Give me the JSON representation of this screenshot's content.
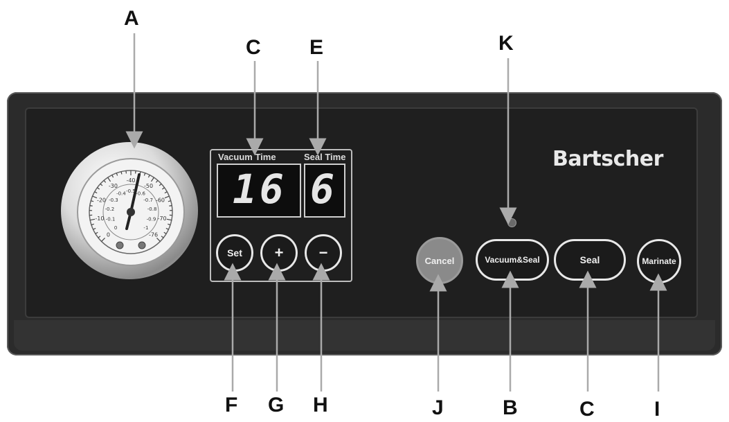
{
  "brand": "Bartscher",
  "display": {
    "vacuum_label": "Vacuum  Time",
    "seal_label": "Seal Time",
    "vacuum_value": "16",
    "seal_value": "6"
  },
  "buttons": {
    "set": "Set",
    "plus": "+",
    "minus": "−",
    "cancel": "Cancel",
    "vacuum_seal": "Vacuum&Seal",
    "seal": "Seal",
    "marinate": "Marinate"
  },
  "callouts": {
    "a": "A",
    "c_top": "C",
    "e": "E",
    "k": "K",
    "f": "F",
    "g": "G",
    "h": "H",
    "j": "J",
    "b": "B",
    "c_bottom": "C",
    "i": "I"
  },
  "gauge": {
    "outer_scale": [
      "0",
      "-10",
      "-20",
      "-30",
      "-40",
      "-50",
      "-60",
      "-70",
      "-76"
    ],
    "inner_scale": [
      "0",
      "-0.1",
      "-0.2",
      "-0.3",
      "-0.4",
      "-0.5",
      "-0.6",
      "-0.7",
      "-0.8",
      "-0.9",
      "-1"
    ]
  },
  "colors": {
    "panel": "#2b2b2b",
    "cancel_button": "#8a8a8a",
    "label_text": "#111111"
  }
}
